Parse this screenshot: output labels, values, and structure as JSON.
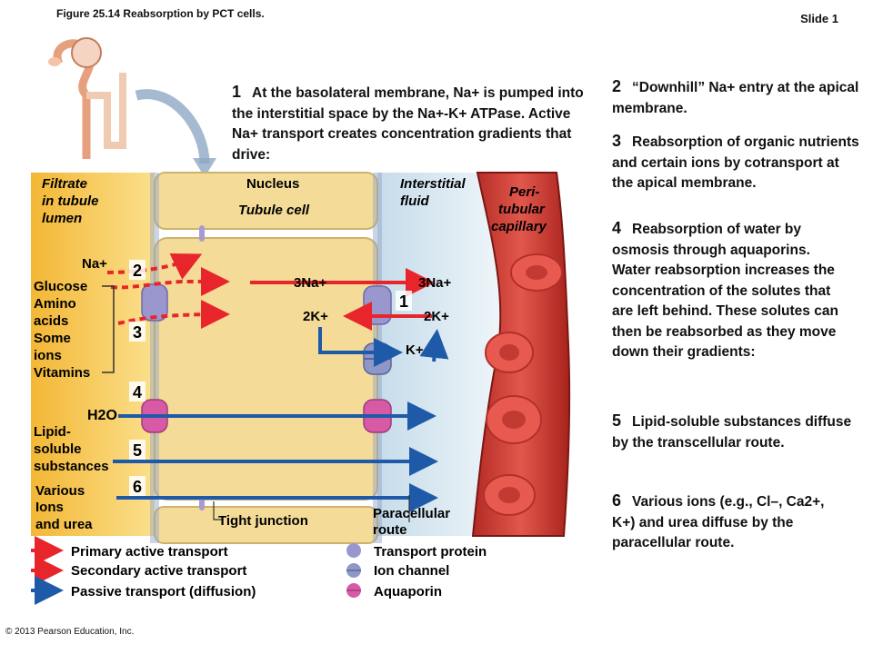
{
  "header": {
    "figure_title": "Figure 25.14  Reabsorption by PCT cells.",
    "slide": "Slide 1",
    "copyright": "© 2013 Pearson Education, Inc."
  },
  "steps": [
    {
      "n": "1",
      "text": "At the basolateral membrane, Na+ is pumped into the interstitial space by the Na+-K+ ATPase. Active Na+ transport creates concentration gradients that drive:"
    },
    {
      "n": "2",
      "text": "“Downhill” Na+ entry at the apical membrane."
    },
    {
      "n": "3",
      "text": "Reabsorption of organic nutrients and certain ions by cotransport at the apical membrane."
    },
    {
      "n": "4",
      "text": "Reabsorption of water by osmosis through aquaporins. Water reabsorption increases the concentration of the solutes that are left behind. These solutes can then be reabsorbed as they move down their gradients:"
    },
    {
      "n": "5",
      "text": "Lipid-soluble substances diffuse by the transcellular route."
    },
    {
      "n": "6",
      "text": "Various ions (e.g., Cl–, Ca2+, K+) and urea diffuse by the paracellular route."
    }
  ],
  "regions": {
    "filtrate": "Filtrate in tubule lumen",
    "nucleus": "Nucleus",
    "tubule_cell": "Tubule cell",
    "interstitial": "Interstitial fluid",
    "capillary": "Peri- tubular capillary"
  },
  "substances": {
    "na": "Na+",
    "glucose_list": [
      "Glucose",
      "Amino",
      "acids",
      "Some",
      "ions",
      "Vitamins"
    ],
    "water": "H2O",
    "lipid": [
      "Lipid-",
      "soluble",
      "substances"
    ],
    "various": [
      "Various",
      "Ions",
      "and urea"
    ],
    "three_na_cell": "3Na+",
    "three_na_out": "3Na+",
    "two_k_cell": "2K+",
    "two_k_out": "2K+",
    "k_channel": "K+",
    "tight_junction": "Tight junction",
    "paracellular": [
      "Paracellular",
      "route"
    ]
  },
  "markers": [
    "2",
    "3",
    "4",
    "5",
    "6",
    "1"
  ],
  "legend": {
    "primary": "Primary active transport",
    "secondary": "Secondary active transport",
    "passive": "Passive transport (diffusion)",
    "protein": "Transport protein",
    "channel": "Ion channel",
    "aquaporin": "Aquaporin"
  },
  "colors": {
    "primary_arrow": "#e8252b",
    "secondary_arrow": "#e8252b",
    "passive_arrow": "#1f5aa8",
    "cell": "#f4dc98",
    "lumen": "#f7c95a",
    "interstitial": "#dcebf3",
    "capillary": "#d2423b",
    "protein": "#9a97cf",
    "aquaporin": "#d65aa6"
  }
}
